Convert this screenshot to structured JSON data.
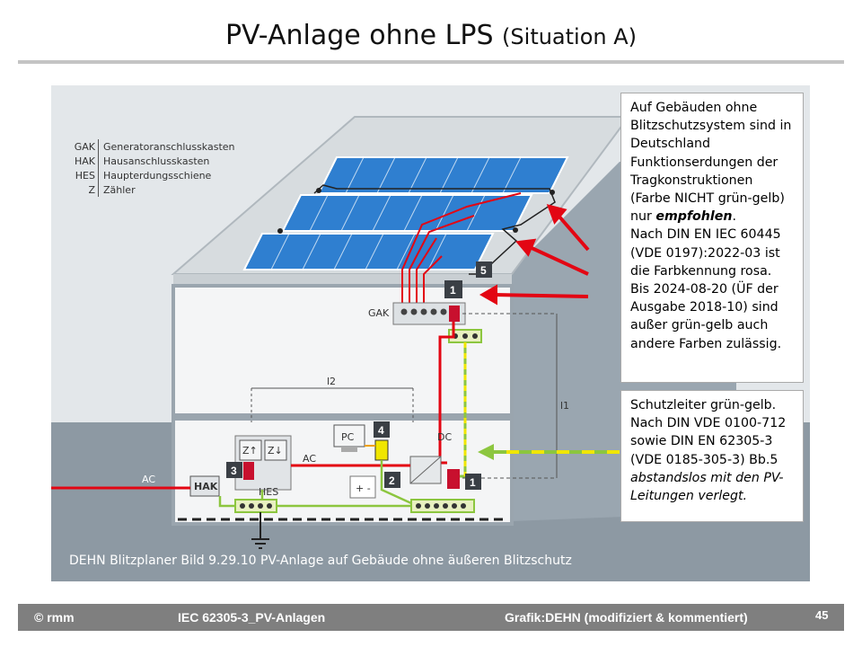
{
  "slide": {
    "title_main": "PV-Anlage ohne LPS",
    "title_sub": "(Situation A)",
    "page_number": "45"
  },
  "legend": [
    {
      "abbr": "GAK",
      "text": "Generatoranschlusskasten"
    },
    {
      "abbr": "HAK",
      "text": "Hausanschlusskasten"
    },
    {
      "abbr": "HES",
      "text": "Haupterdungsschiene"
    },
    {
      "abbr": "Z",
      "text": "Zähler"
    }
  ],
  "diagram_labels": {
    "gak": "GAK",
    "hak": "HAK",
    "hes": "HES",
    "ac_outside": "AC",
    "ac_inside": "AC",
    "dc": "DC",
    "pc": "PC",
    "l1": "l1",
    "l2": "l2",
    "meter_in": "Z↑",
    "meter_out": "Z↓",
    "battery": "+ -",
    "badges": [
      "1",
      "1",
      "2",
      "3",
      "4",
      "5"
    ]
  },
  "caption": "DEHN Blitzplaner Bild 9.29.10 PV-Anlage auf Gebäude ohne äußeren Blitzschutz",
  "note_top": {
    "line1": "Auf Gebäuden ohne Blitzschutzsystem sind in Deutschland Funktionserdungen der Tragkonstruktionen (Farbe NICHT grün-gelb) nur ",
    "emphasis": "empfohlen",
    "line2": ".",
    "line3": "Nach DIN EN IEC 60445 (VDE 0197):2022-03 ist die Farbkennung rosa. Bis 2024-08-20 (ÜF der Ausgabe 2018-10) sind außer grün-gelb auch andere Farben zulässig."
  },
  "note_bottom": {
    "line1": "Schutzleiter grün-gelb. Nach DIN VDE 0100-712 sowie DIN EN 62305-3 (VDE 0185-305-3) Bb.5 ",
    "italic": "abstandslos mit den PV-Leitungen verlegt."
  },
  "footer": {
    "left": "© rmm",
    "center": "IEC 62305-3_PV-Anlagen",
    "right": "Grafik:DEHN (modifiziert & kommentiert)"
  },
  "colors": {
    "footer_bg": "#7f7f7f",
    "arrow_red": "#e30613",
    "badge_dark": "#3a3f45",
    "badge_red": "#c8102e",
    "pv_blue": "#2f7fd0",
    "earth_green": "#8cc63f",
    "earth_yellow": "#f0e600"
  }
}
